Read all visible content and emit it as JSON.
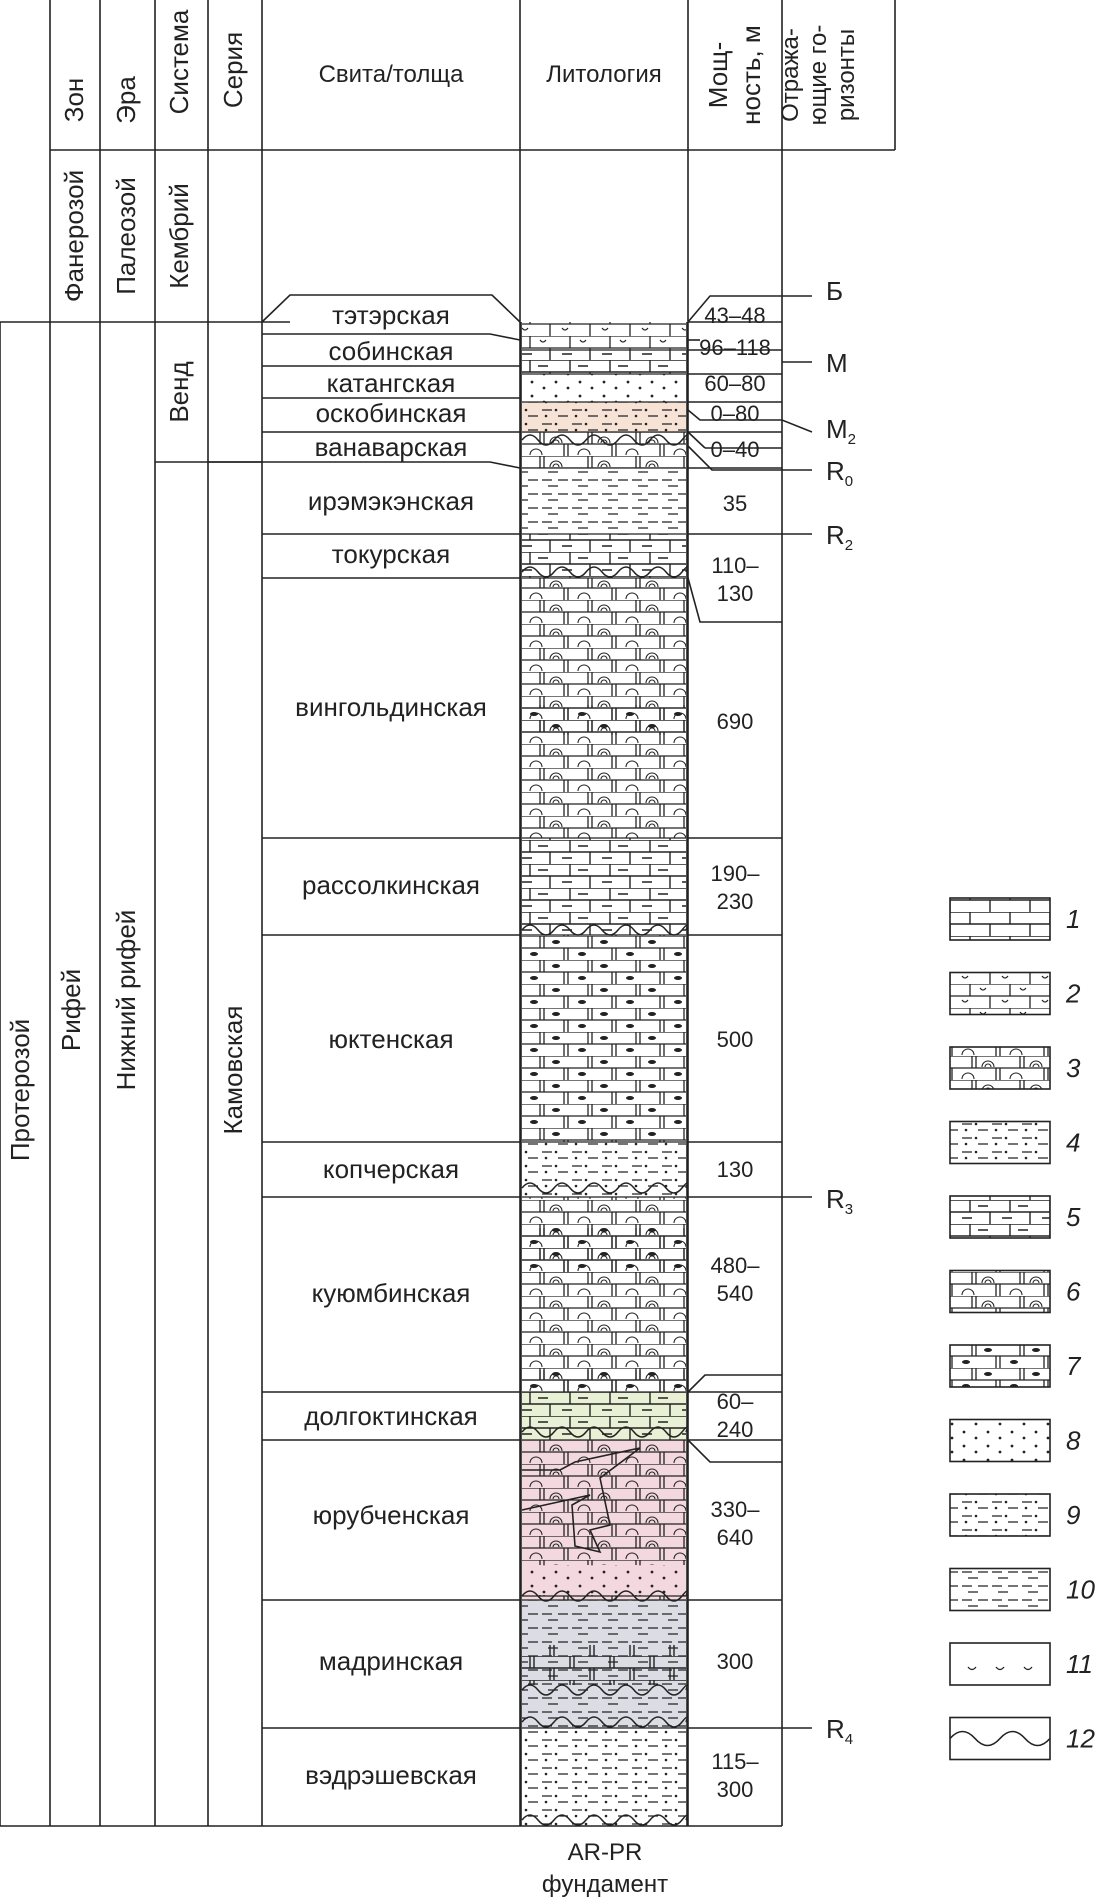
{
  "headers": {
    "eon": "Зон",
    "era": "Эра",
    "system": "Система",
    "series": "Серия",
    "formation": "Свита/толща",
    "lithology": "Литология",
    "thickness_line1": "Мощ-",
    "thickness_line2": "ность, м",
    "horizons_line1": "Отража-",
    "horizons_line2": "ющие го-",
    "horizons_line3": "ризонты"
  },
  "eons": [
    "Фанерозой",
    "Протерозой"
  ],
  "eras": [
    "Палеозой",
    "Рифей"
  ],
  "systems": [
    "Кембрий",
    "Венд",
    "Нижний рифей"
  ],
  "series": [
    "Камовская"
  ],
  "formations": [
    {
      "name": "тэтэрская",
      "thickness": [
        "43–48"
      ]
    },
    {
      "name": "собинская",
      "thickness": [
        "96–118"
      ]
    },
    {
      "name": "катангская",
      "thickness": [
        "60–80"
      ]
    },
    {
      "name": "оскобинская",
      "thickness": [
        "0–80"
      ]
    },
    {
      "name": "ванаварская",
      "thickness": [
        "0–40"
      ]
    },
    {
      "name": "ирэмэкэнская",
      "thickness": [
        "35"
      ]
    },
    {
      "name": "токурская",
      "thickness": [
        "110–",
        "130"
      ]
    },
    {
      "name": "вингольдинская",
      "thickness": [
        "690"
      ]
    },
    {
      "name": "рассолкинская",
      "thickness": [
        "190–",
        "230"
      ]
    },
    {
      "name": "юктенская",
      "thickness": [
        "500"
      ]
    },
    {
      "name": "копчерская",
      "thickness": [
        "130"
      ]
    },
    {
      "name": "куюмбинская",
      "thickness": [
        "480–",
        "540"
      ]
    },
    {
      "name": "долгоктинская",
      "thickness": [
        "60–",
        "240"
      ]
    },
    {
      "name": "юрубченская",
      "thickness": [
        "330–",
        "640"
      ]
    },
    {
      "name": "мадринская",
      "thickness": [
        "300"
      ]
    },
    {
      "name": "вэдрэшевская",
      "thickness": [
        "115–",
        "300"
      ]
    }
  ],
  "horizons": [
    {
      "label": "Б",
      "sub": ""
    },
    {
      "label": "М",
      "sub": ""
    },
    {
      "label": "М",
      "sub": "2"
    },
    {
      "label": "R",
      "sub": "0"
    },
    {
      "label": "R",
      "sub": "2"
    },
    {
      "label": "R",
      "sub": "3"
    },
    {
      "label": "R",
      "sub": "4"
    }
  ],
  "basement_line1": "AR-PR",
  "basement_line2": "фундамент",
  "legend": [
    "1",
    "2",
    "3",
    "4",
    "5",
    "6",
    "7",
    "8",
    "9",
    "10",
    "11",
    "12"
  ],
  "colors": {
    "line": "#222222",
    "oskobinskaya_fill": "#f7e3d6",
    "dolgoktinskaya_fill": "#e8f0d5",
    "yurubchenskaya_fill": "#f3d9df",
    "madrinskaya_fill": "#dcdce4"
  }
}
